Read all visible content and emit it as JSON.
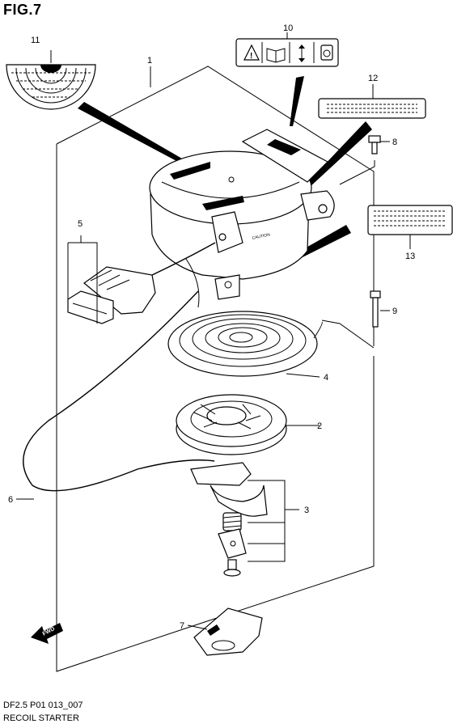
{
  "figure": {
    "title": "FIG.7",
    "code": "DF2.5 P01 013_007",
    "caption": "RECOIL STARTER"
  },
  "callouts": [
    {
      "id": "c1",
      "label": "1"
    },
    {
      "id": "c2",
      "label": "2"
    },
    {
      "id": "c3",
      "label": "3"
    },
    {
      "id": "c4",
      "label": "4"
    },
    {
      "id": "c5",
      "label": "5"
    },
    {
      "id": "c6",
      "label": "6"
    },
    {
      "id": "c7",
      "label": "7"
    },
    {
      "id": "c8",
      "label": "8"
    },
    {
      "id": "c9",
      "label": "9"
    },
    {
      "id": "c10",
      "label": "10"
    },
    {
      "id": "c11",
      "label": "11"
    },
    {
      "id": "c12",
      "label": "12"
    },
    {
      "id": "c13",
      "label": "13"
    }
  ],
  "fwd_marker": "FWD",
  "housing_marking": "CAUTION"
}
